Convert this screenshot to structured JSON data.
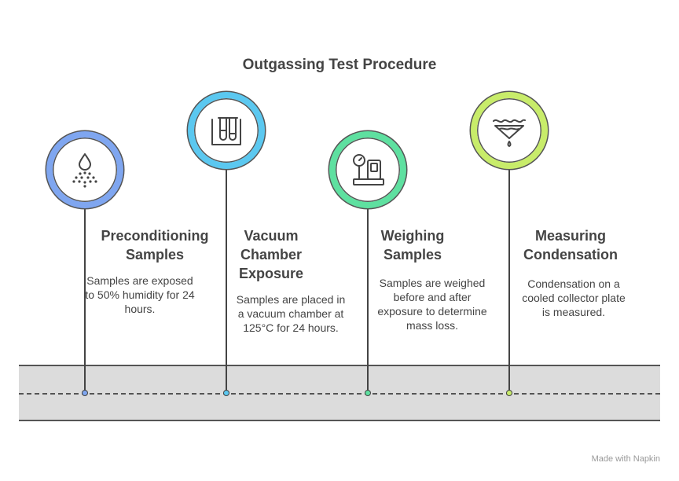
{
  "title": "Outgassing Test Procedure",
  "steps": [
    {
      "heading_line1": "Preconditioning",
      "heading_line2": "Samples",
      "desc": "Samples are exposed to 50% humidity for 24 hours.",
      "icon": "water-drop-icon",
      "ring_color": "#7fa6f0",
      "dot_color": "#7fa6f0"
    },
    {
      "heading_line1": "Vacuum",
      "heading_line2": "Chamber",
      "heading_line3": "Exposure",
      "desc": "Samples are placed in a vacuum chamber at 125°C for 24 hours.",
      "icon": "test-tubes-icon",
      "ring_color": "#5bc8f0",
      "dot_color": "#5bc8f0"
    },
    {
      "heading_line1": "Weighing",
      "heading_line2": "Samples",
      "desc": "Samples are weighed before and after exposure to determine mass loss.",
      "icon": "scale-icon",
      "ring_color": "#5ee0a0",
      "dot_color": "#5ee0a0"
    },
    {
      "heading_line1": "Measuring",
      "heading_line2": "Condensation",
      "desc": "Condensation on a cooled collector plate is measured.",
      "icon": "condensation-icon",
      "ring_color": "#c8ec6a",
      "dot_color": "#c8ec6a"
    }
  ],
  "watermark": "Made with  Napkin"
}
